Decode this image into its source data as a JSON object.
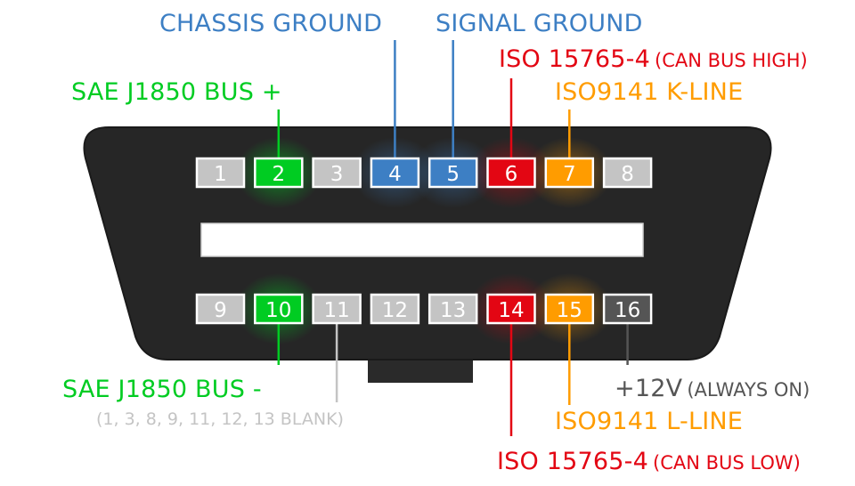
{
  "colors": {
    "green": "#00cc22",
    "blue": "#3d7fc4",
    "red": "#e30613",
    "orange": "#ff9c00",
    "light_gray": "#c4c4c4",
    "dark_gray": "#555555",
    "body": "#262626",
    "slot": "#ffffff"
  },
  "pins": [
    {
      "num": "1",
      "color": "light_gray"
    },
    {
      "num": "2",
      "color": "green"
    },
    {
      "num": "3",
      "color": "light_gray"
    },
    {
      "num": "4",
      "color": "blue"
    },
    {
      "num": "5",
      "color": "blue"
    },
    {
      "num": "6",
      "color": "red"
    },
    {
      "num": "7",
      "color": "orange"
    },
    {
      "num": "8",
      "color": "light_gray"
    },
    {
      "num": "9",
      "color": "light_gray"
    },
    {
      "num": "10",
      "color": "green"
    },
    {
      "num": "11",
      "color": "light_gray"
    },
    {
      "num": "12",
      "color": "light_gray"
    },
    {
      "num": "13",
      "color": "light_gray"
    },
    {
      "num": "14",
      "color": "red"
    },
    {
      "num": "15",
      "color": "orange"
    },
    {
      "num": "16",
      "color": "dark_gray"
    }
  ],
  "labels": {
    "chassis_ground": "CHASSIS GROUND",
    "signal_ground": "SIGNAL GROUND",
    "can_high_main": "ISO 15765-4",
    "can_high_note": "(CAN BUS HIGH)",
    "k_line": "ISO9141 K-LINE",
    "j1850_plus": "SAE J1850 BUS +",
    "j1850_minus": "SAE J1850 BUS -",
    "blank_note": "(1, 3, 8, 9, 11, 12, 13 BLANK)",
    "plus12_main": "+12V",
    "plus12_note": "(ALWAYS ON)",
    "l_line": "ISO9141 L-LINE",
    "can_low_main": "ISO 15765-4",
    "can_low_note": "(CAN BUS LOW)"
  }
}
